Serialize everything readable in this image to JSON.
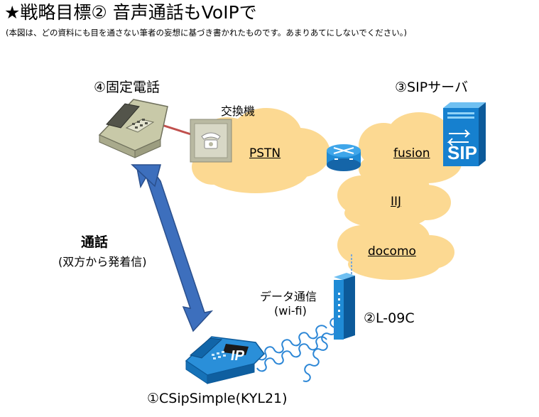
{
  "title": "★戦略目標② 音声通話もVoIPで",
  "subtitle": "(本図は、どの資料にも目を通さない筆者の妄想に基づき書かれたものです。あまりあてにしないでください。)",
  "nodes": {
    "fixed_phone": "④固定電話",
    "exchange": "交換機",
    "sip_server": "③SIPサーバ",
    "sip_badge": "SIP",
    "router": "②L-09C",
    "ip_phone": "①CSipSimple(KYL21)",
    "ip_badge": "IP"
  },
  "clouds": {
    "pstn": "PSTN",
    "fusion": "fusion",
    "iij": "IIJ",
    "docomo": "docomo"
  },
  "call": {
    "title": "通話",
    "note": "(双方から発着信)"
  },
  "data_link": {
    "title": "データ通信",
    "note": "(wi-fi)"
  },
  "colors": {
    "cloud_fill": "#fcd992",
    "blue_device": "#1f8bd6",
    "arrow_blue": "#3d6fbd",
    "phone_gray": "#c8c9a8",
    "link_red": "#c0504d"
  }
}
